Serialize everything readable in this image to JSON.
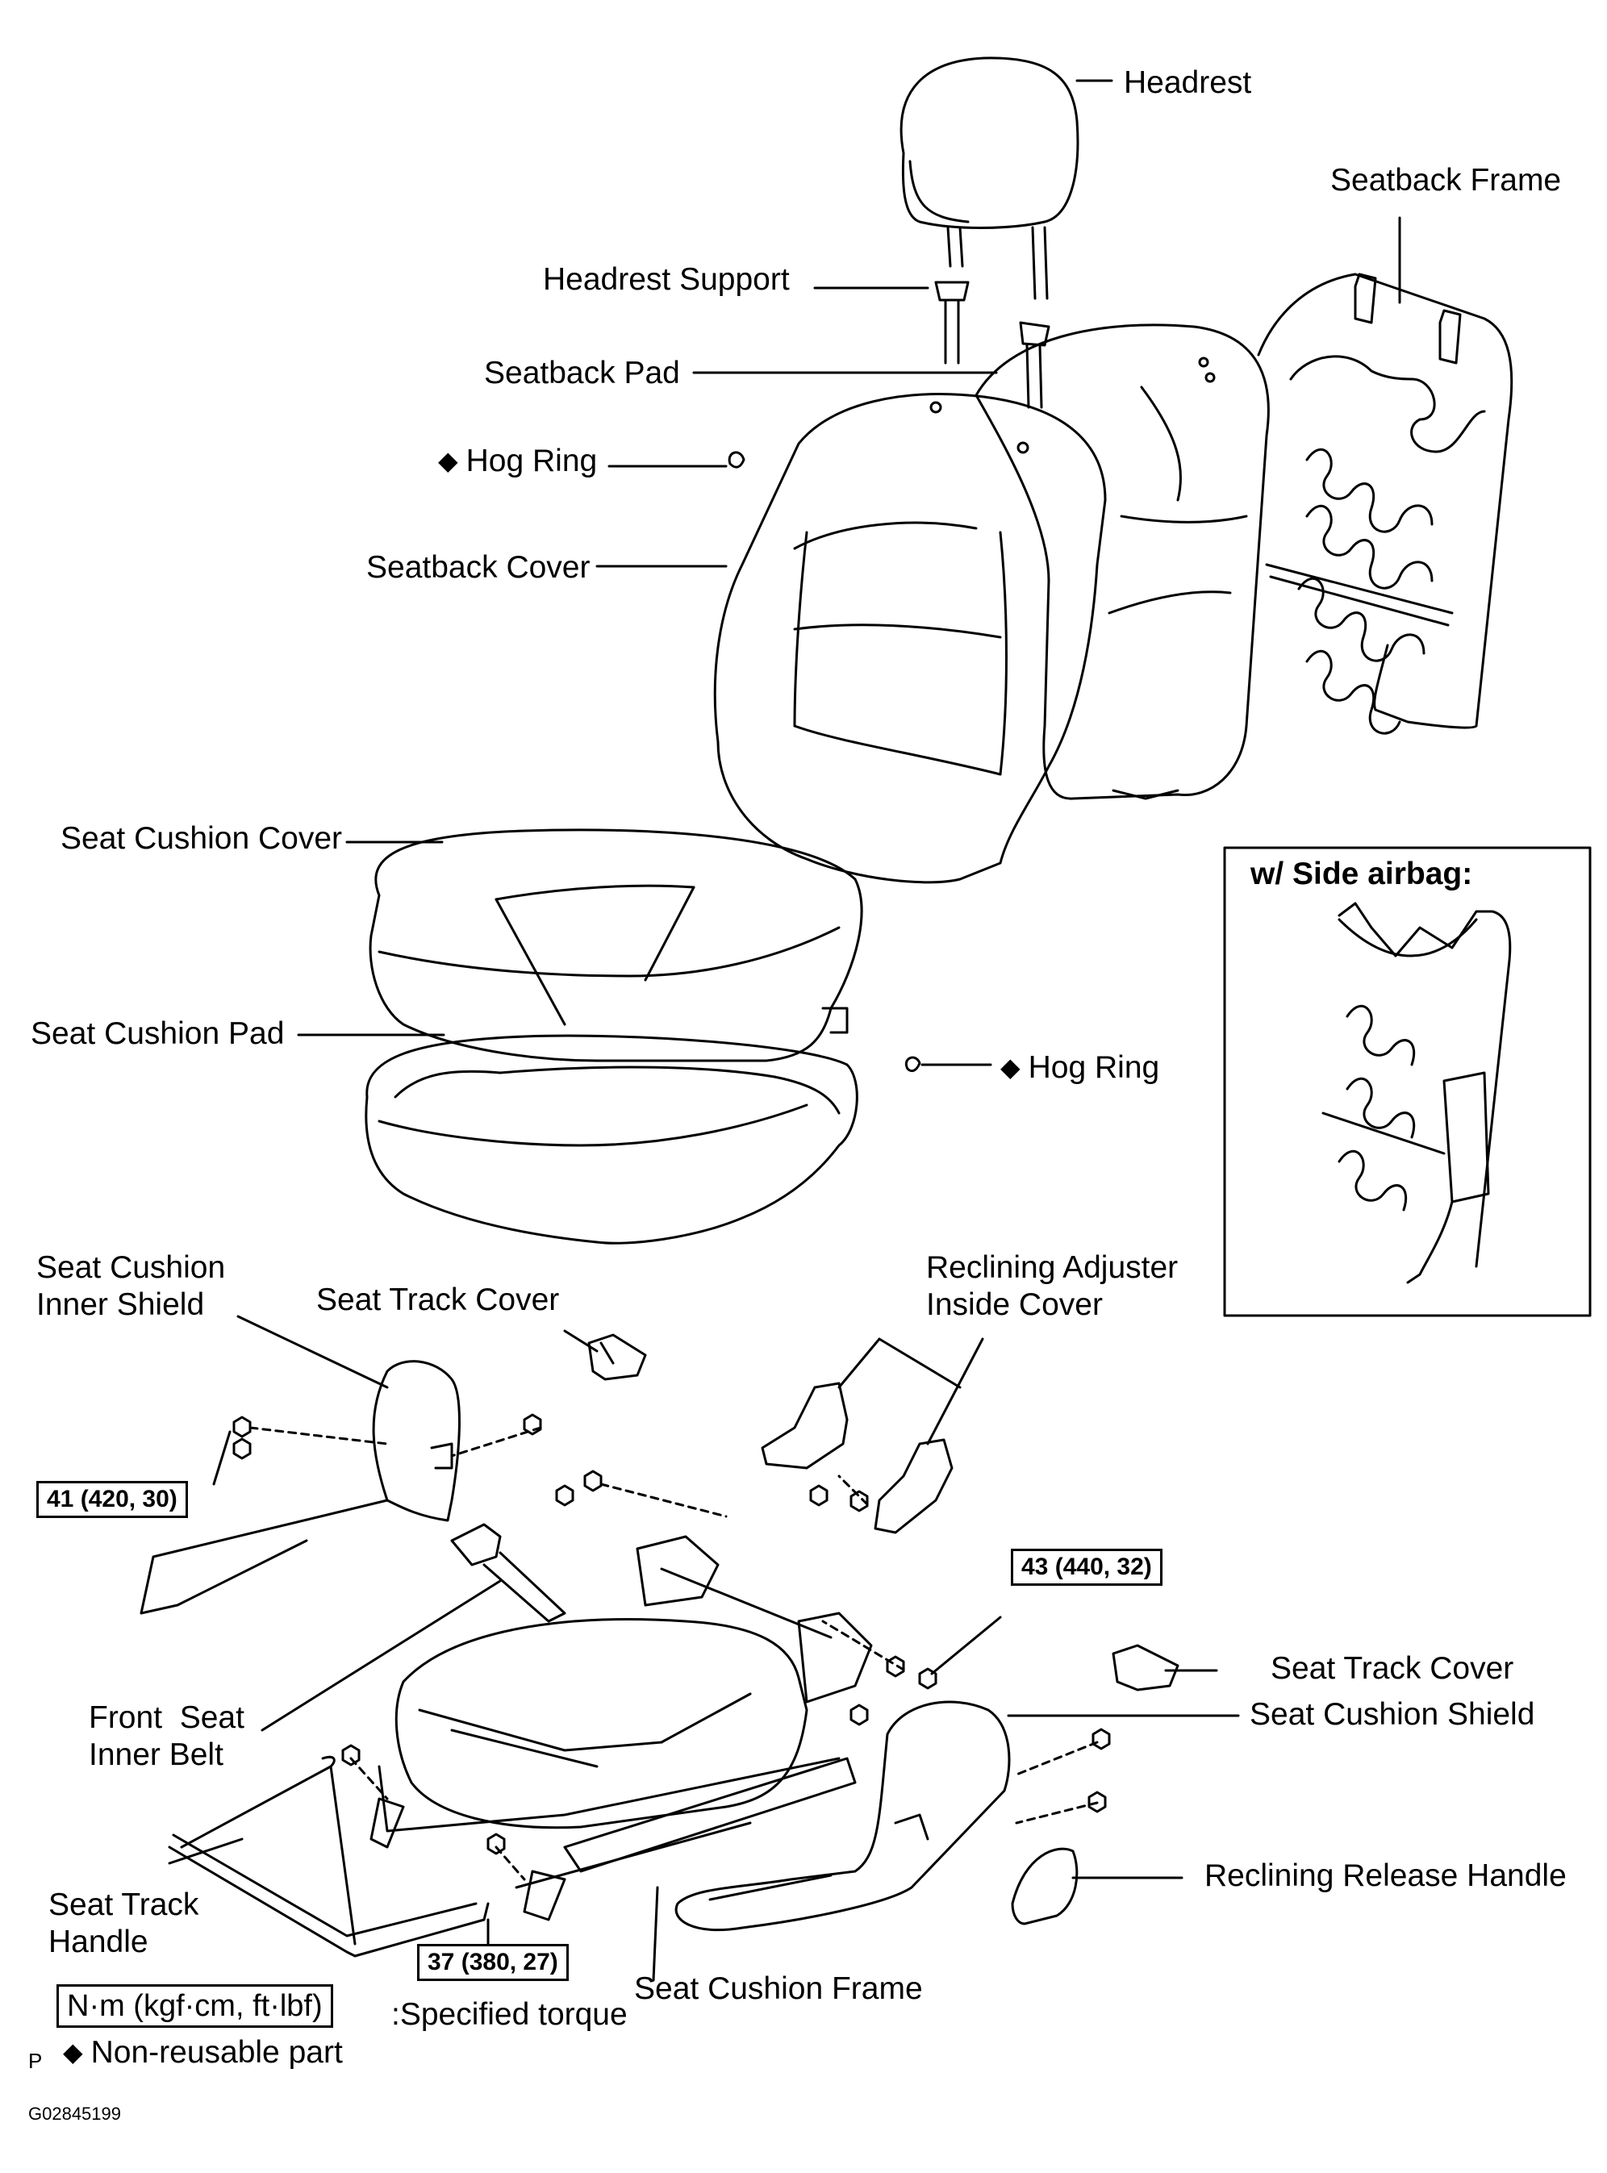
{
  "labels": {
    "headrest": "Headrest",
    "seatback_frame": "Seatback Frame",
    "headrest_support": "Headrest Support",
    "seatback_pad": "Seatback Pad",
    "hog_ring": "Hog Ring",
    "seatback_cover": "Seatback Cover",
    "seat_cushion_cover": "Seat Cushion Cover",
    "seat_cushion_pad": "Seat Cushion Pad",
    "hog_ring_2": "Hog Ring",
    "seat_cushion_inner_shield_1": "Seat Cushion",
    "seat_cushion_inner_shield_2": "Inner Shield",
    "seat_track_cover_top": "Seat Track Cover",
    "reclining_adjuster_1": "Reclining Adjuster",
    "reclining_adjuster_2": "Inside Cover",
    "front_seat_inner_belt_1": "Front  Seat",
    "front_seat_inner_belt_2": "Inner Belt",
    "seat_track_cover_right": "Seat Track Cover",
    "seat_cushion_shield": "Seat Cushion Shield",
    "reclining_release_handle": "Reclining Release Handle",
    "seat_track_handle_1": "Seat Track",
    "seat_track_handle_2": "Handle",
    "seat_cushion_frame": "Seat Cushion Frame"
  },
  "inset": {
    "title": "w/ Side airbag:"
  },
  "torques": {
    "t41": "41 (420, 30)",
    "t43": "43 (440, 32)",
    "t37": "37 (380, 27)"
  },
  "legend": {
    "units": "N·m (kgf·cm, ft·lbf)",
    "specified_torque": ":Specified torque",
    "non_reusable": "Non-reusable part",
    "diamond": "◆",
    "page_mark": "P"
  },
  "figure_code": "G02845199"
}
